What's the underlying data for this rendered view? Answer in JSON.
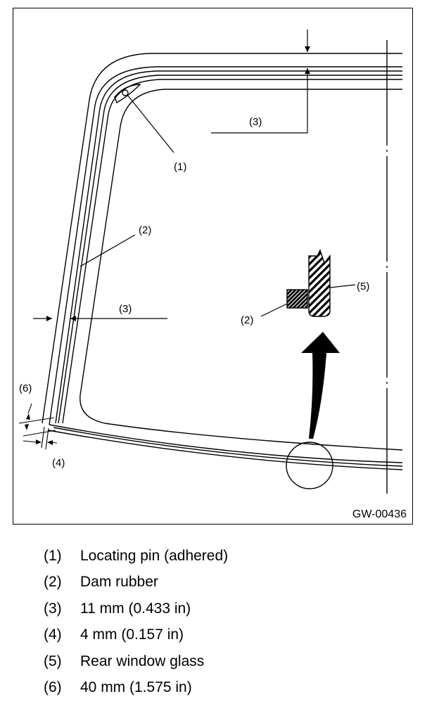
{
  "figure": {
    "id": "GW-00436",
    "callouts": {
      "c1": "(1)",
      "c2": "(2)",
      "c3": "(3)",
      "c4": "(4)",
      "c5": "(5)",
      "c6": "(6)"
    }
  },
  "legend": [
    {
      "num": "(1)",
      "text": "Locating pin (adhered)"
    },
    {
      "num": "(2)",
      "text": "Dam rubber"
    },
    {
      "num": "(3)",
      "text": "11 mm (0.433 in)"
    },
    {
      "num": "(4)",
      "text": "4 mm (0.157 in)"
    },
    {
      "num": "(5)",
      "text": "Rear window glass"
    },
    {
      "num": "(6)",
      "text": "40 mm (1.575 in)"
    }
  ]
}
